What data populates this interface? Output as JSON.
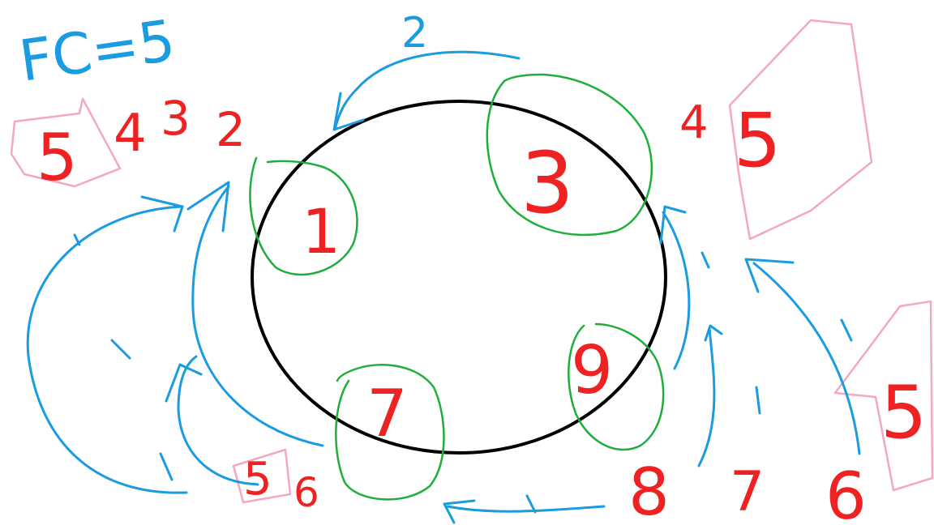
{
  "header": {
    "formula": "FC=5"
  },
  "colors": {
    "circle": "#000000",
    "arrows": "#1b9be0",
    "page_groups": "#1fae3c",
    "numbers": "#ee2222",
    "highlight": "#f4a6c6",
    "background": "#ffffff"
  },
  "frames": [
    {
      "label": "1"
    },
    {
      "label": "3"
    },
    {
      "label": "9"
    },
    {
      "label": "7"
    }
  ],
  "arrow_label": "2",
  "top_left_sequence": {
    "highlighted": "5",
    "rest": [
      "4",
      "3",
      "2"
    ]
  },
  "top_right": {
    "crossed": "4",
    "highlighted": "5"
  },
  "right_side": {
    "highlighted": "5"
  },
  "bottom_left": {
    "highlighted": "5",
    "next": "6"
  },
  "bottom_right_sequence": [
    "8",
    "7",
    "6"
  ]
}
